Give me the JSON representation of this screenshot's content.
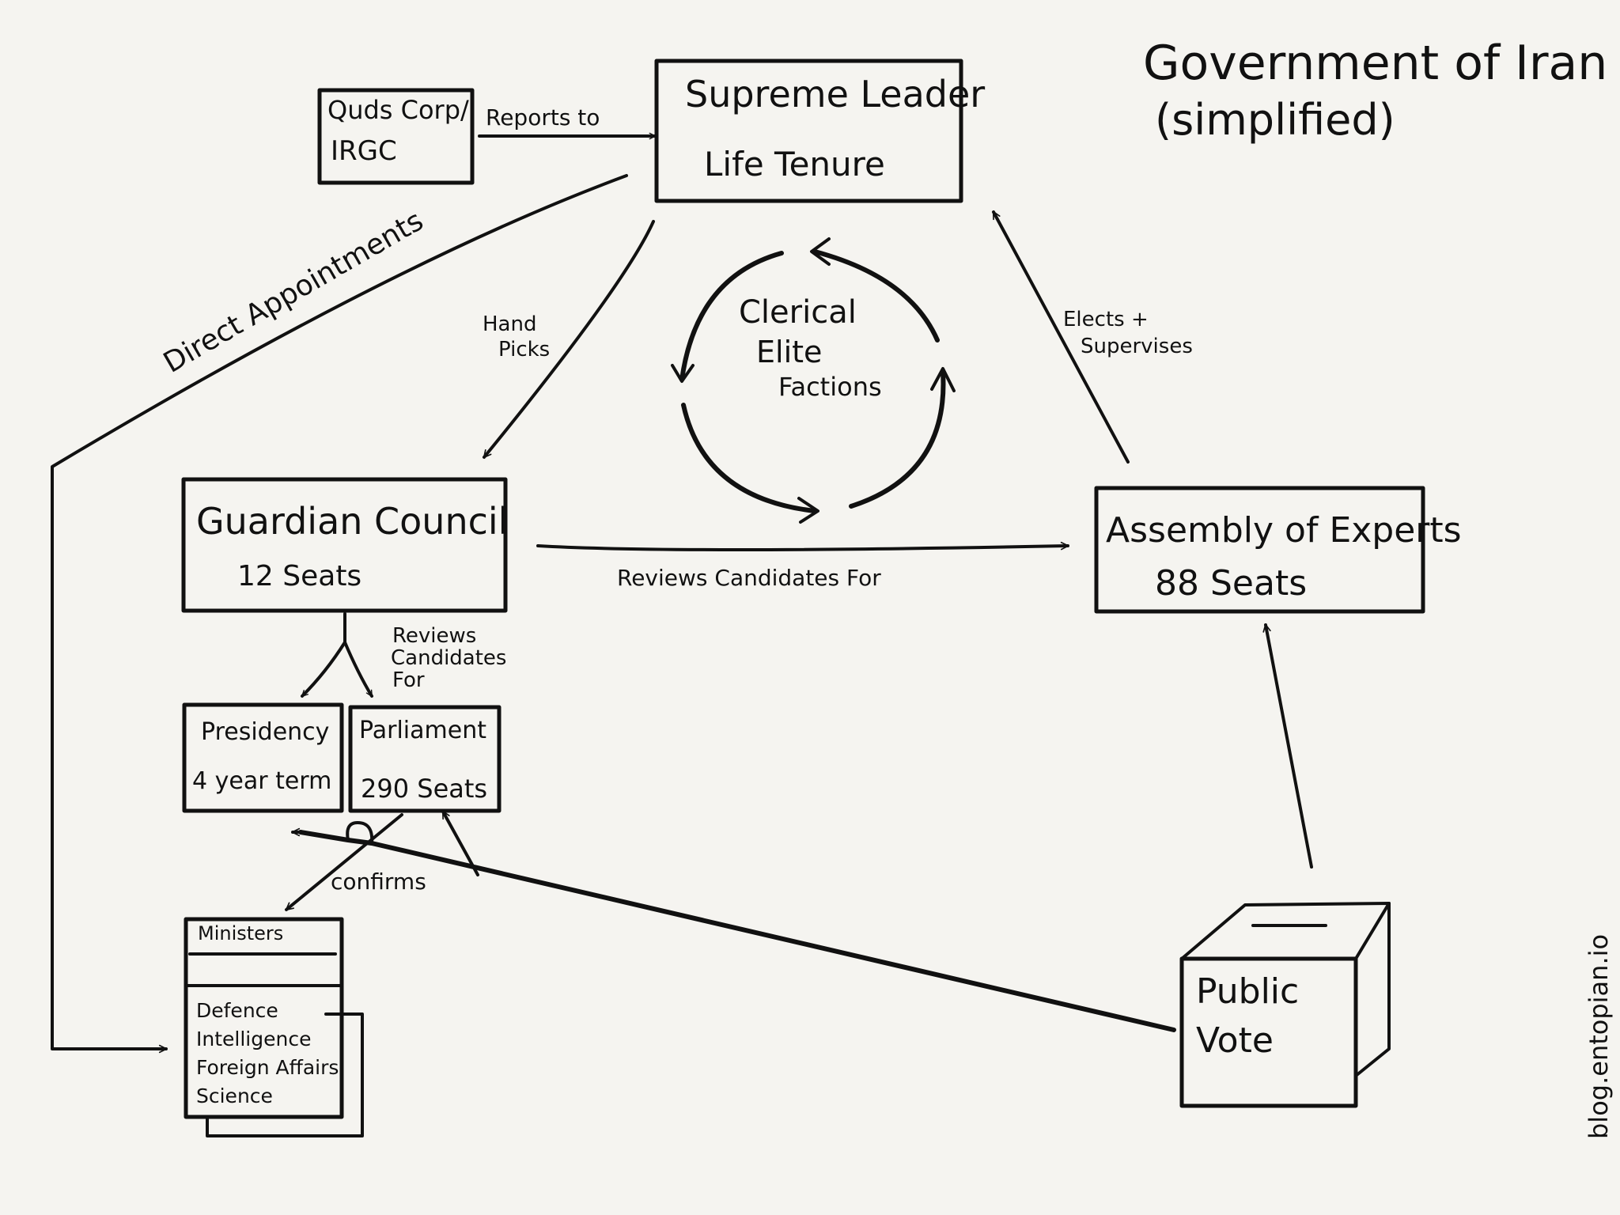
{
  "title": {
    "line1": "Government of Iran",
    "line2": "(simplified)"
  },
  "credit": "blog.entopian.io",
  "nodes": {
    "supreme_leader": {
      "title": "Supreme Leader",
      "subtitle": "Life Tenure"
    },
    "quds": {
      "line1": "Quds Corp/",
      "line2": "IRGC"
    },
    "guardian_council": {
      "title": "Guardian Council",
      "subtitle": "12 Seats"
    },
    "assembly": {
      "title": "Assembly of Experts",
      "subtitle": "88 Seats"
    },
    "presidency": {
      "title": "Presidency",
      "subtitle": "4 year term"
    },
    "parliament": {
      "title": "Parliament",
      "subtitle": "290 Seats"
    },
    "ministers": {
      "header": "Ministers",
      "items": [
        "Defence",
        "Intelligence",
        "Foreign Affairs",
        "Science"
      ]
    },
    "public_vote": {
      "line1": "Public",
      "line2": "Vote"
    },
    "clerical": {
      "line1": "Clerical",
      "line2": "Elite",
      "line3": "Factions"
    }
  },
  "edges": {
    "reports_to": "Reports to",
    "direct_appointments": "Direct Appointments",
    "hand_picks": {
      "line1": "Hand",
      "line2": "Picks"
    },
    "elects_supervises": {
      "line1": "Elects +",
      "line2": "Supervises"
    },
    "reviews_candidates_assembly": "Reviews Candidates For",
    "reviews_candidates_gov": {
      "line1": "Reviews",
      "line2": "Candidates",
      "line3": "For"
    },
    "confirms": "confirms"
  }
}
